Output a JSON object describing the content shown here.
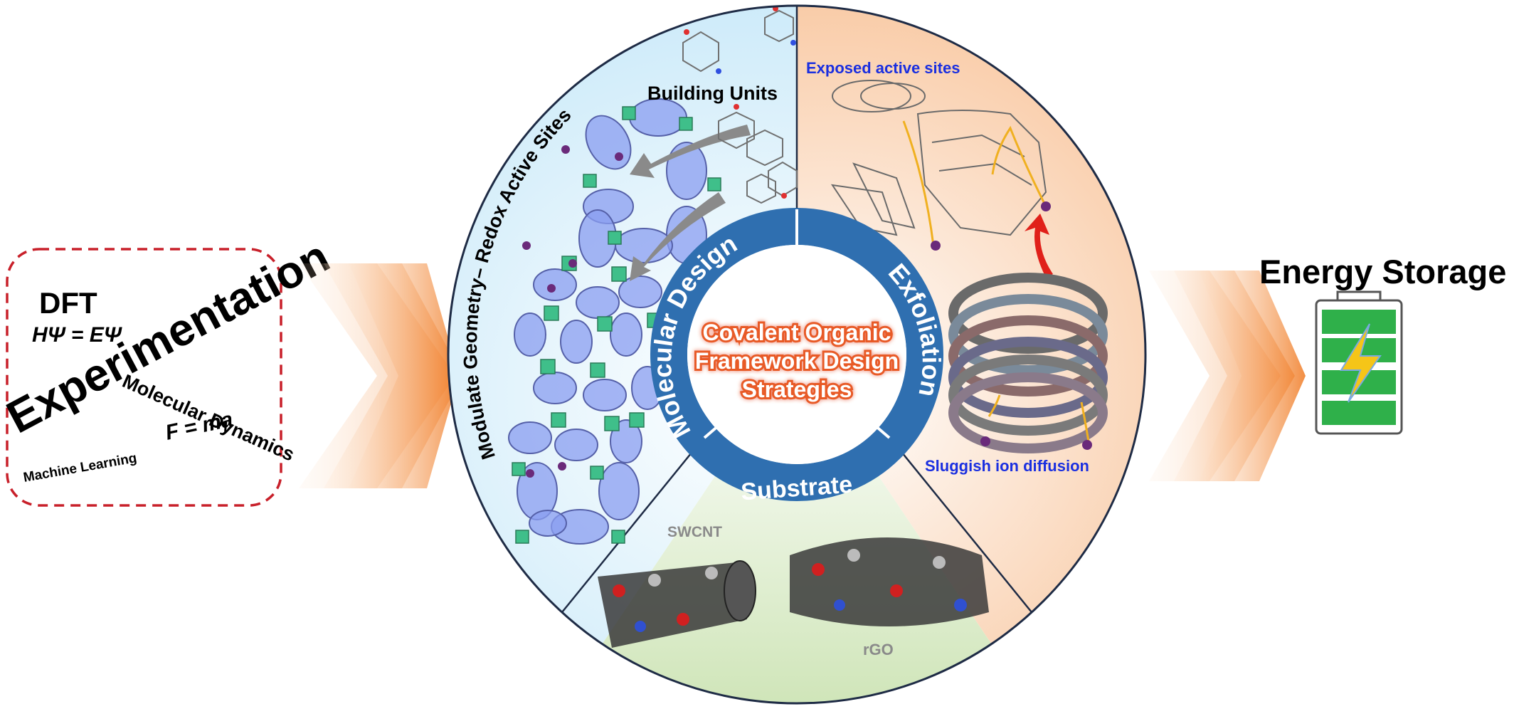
{
  "methods": {
    "dft": "DFT",
    "dft_eq": "HΨ = EΨ",
    "experimentation": "Experimentation",
    "md": "Molecular Dynamics",
    "md_eq": "F = ma",
    "ml": "Machine Learning"
  },
  "center": {
    "line1": "Covalent Organic",
    "line2": "Framework Design",
    "line3": "Strategies"
  },
  "ring": {
    "molecular_design": "Molecular Design",
    "exfoliation": "Exfoliation",
    "substrate": "Substrate"
  },
  "sectors": {
    "geometry": "Modulate Geometry– Redox Active Sites",
    "building_units": "Building Units",
    "exposed": "Exposed active sites",
    "sluggish": "Sluggish ion diffusion",
    "swcnt": "SWCNT",
    "rgo": "rGO"
  },
  "output": {
    "title": "Energy Storage"
  },
  "colors": {
    "ring_blue": "#2f6fb0",
    "label_blue": "#1a2fe0",
    "orange": "#f07a22",
    "dashed_red": "#c8202a",
    "battery_green": "#2fb04a",
    "center_text": "#e85a28"
  },
  "icons": [
    "lightning-icon",
    "battery-icon",
    "chevron-arrow-icon"
  ]
}
